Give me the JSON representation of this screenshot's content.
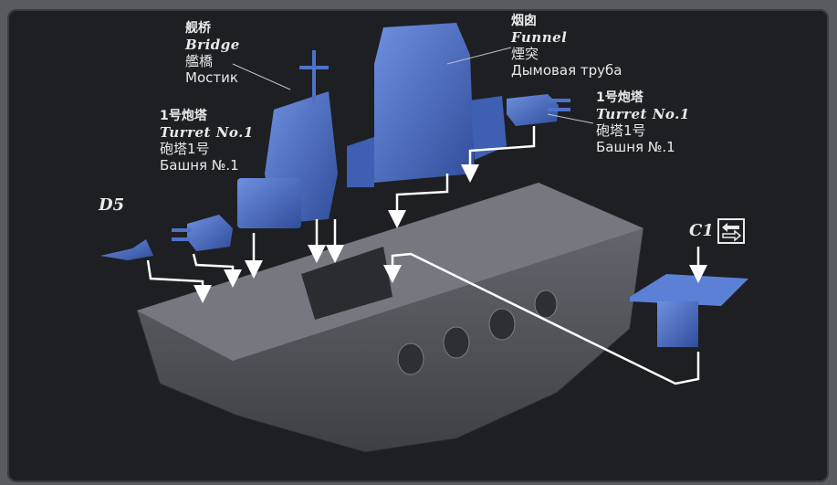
{
  "labels": {
    "bridge": {
      "zh": "舰桥",
      "en": "Bridge",
      "ja": "艦橋",
      "ru": "Мостик"
    },
    "funnel": {
      "zh": "烟囱",
      "en": "Funnel",
      "ja": "煙突",
      "ru": "Дымовая труба"
    },
    "turret_left": {
      "zh": "1号炮塔",
      "en": "Turret No.1",
      "ja": "砲塔1号",
      "ru": "Башня №.1"
    },
    "turret_right": {
      "zh": "1号炮塔",
      "en": "Turret No.1",
      "ja": "砲塔1号",
      "ru": "Башня №.1"
    }
  },
  "part_codes": {
    "d5": "D5",
    "c1": "C1"
  },
  "icons": {
    "swap": "swap-arrows-icon"
  },
  "colors": {
    "background": "#1d1f23",
    "part_blue": "#4a6fc2",
    "hull_gray": "#56595f",
    "guide_line": "#ffffff"
  }
}
